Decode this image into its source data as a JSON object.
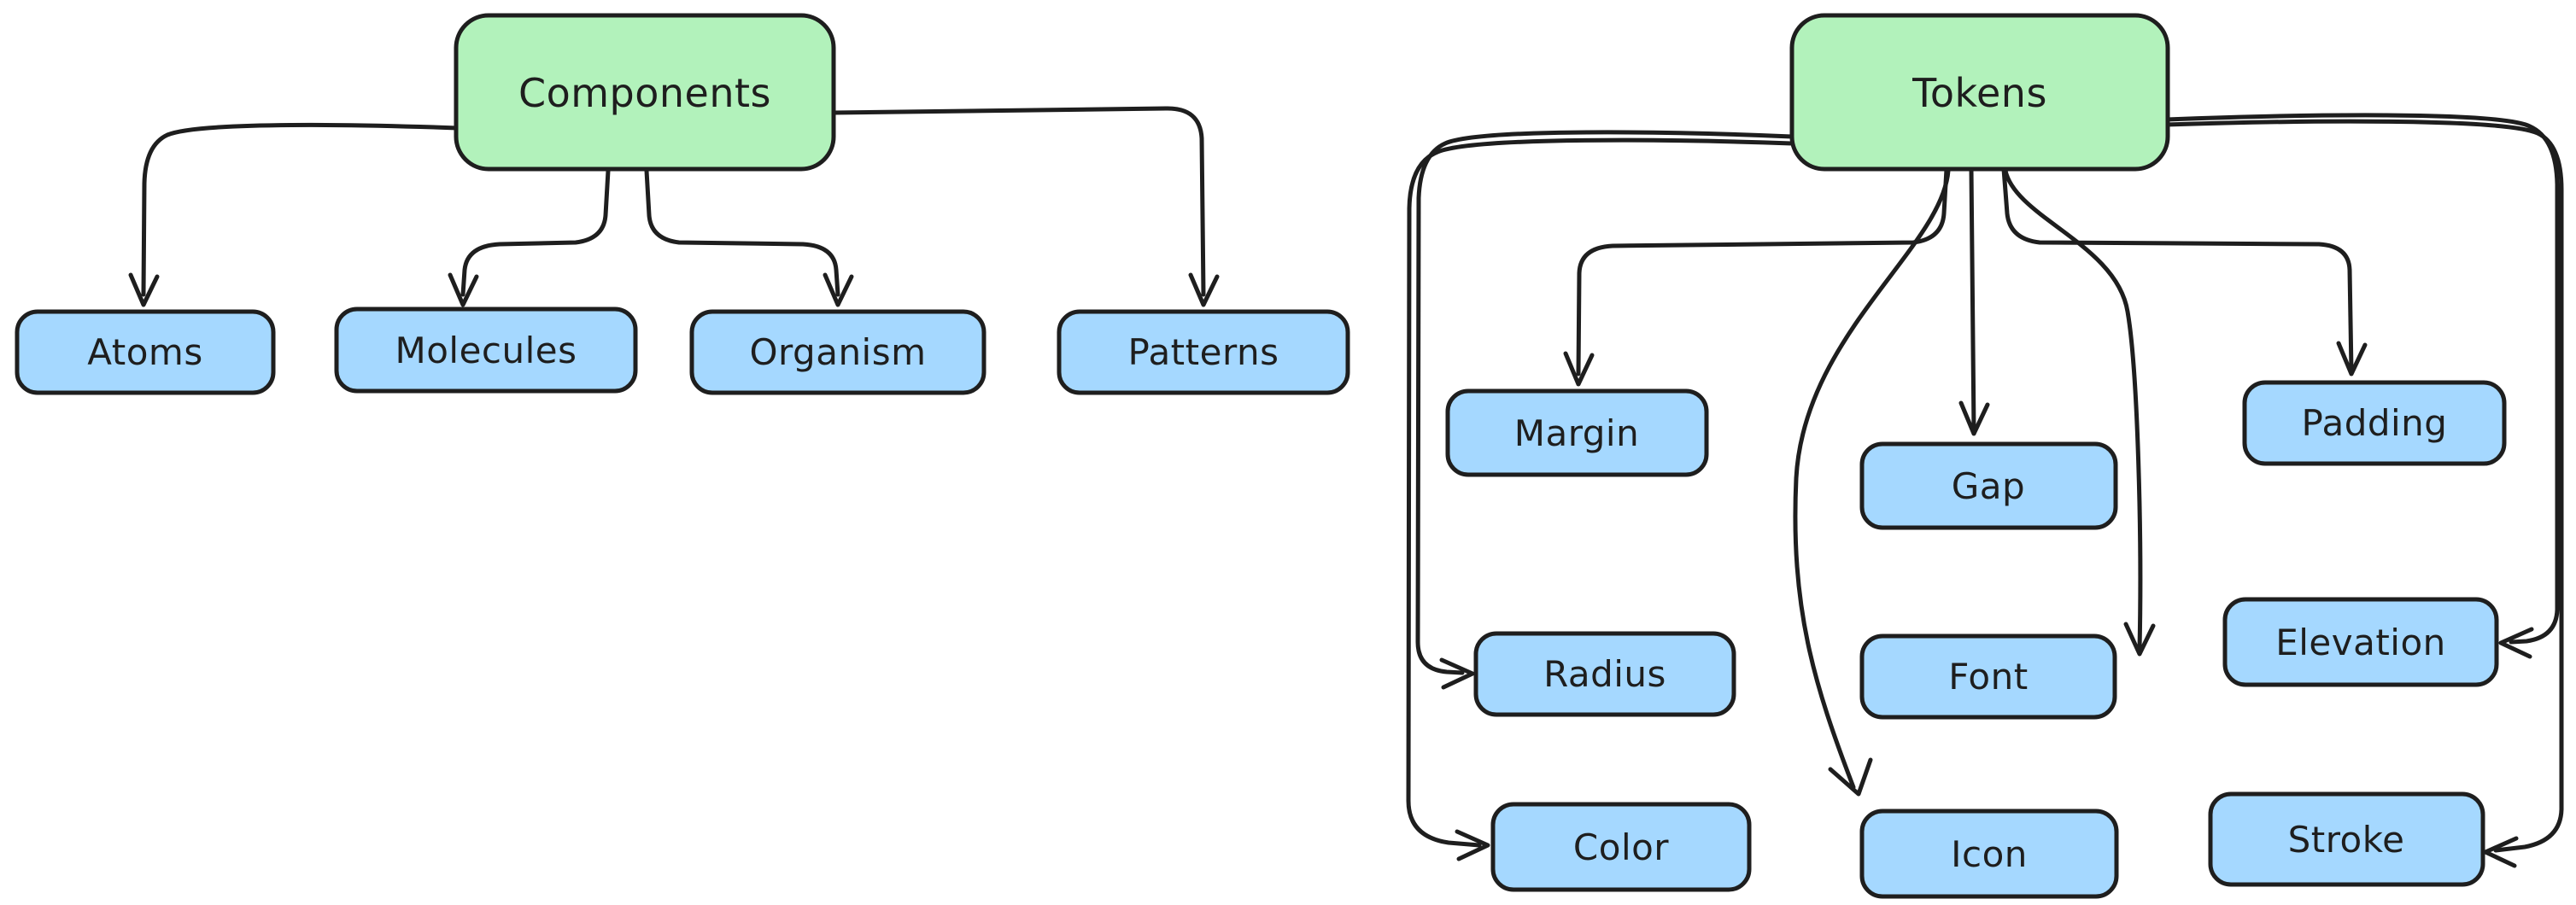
{
  "colors": {
    "canvas_bg": "#ffffff",
    "root_fill": "#b2f2bb",
    "child_fill": "#a5d8ff",
    "ink": "#1e1e1e"
  },
  "trees": {
    "components": {
      "root": {
        "label": "Components"
      },
      "children": [
        {
          "label": "Atoms"
        },
        {
          "label": "Molecules"
        },
        {
          "label": "Organism"
        },
        {
          "label": "Patterns"
        }
      ]
    },
    "tokens": {
      "root": {
        "label": "Tokens"
      },
      "children": [
        {
          "label": "Margin"
        },
        {
          "label": "Gap"
        },
        {
          "label": "Padding"
        },
        {
          "label": "Radius"
        },
        {
          "label": "Font"
        },
        {
          "label": "Elevation"
        },
        {
          "label": "Color"
        },
        {
          "label": "Icon"
        },
        {
          "label": "Stroke"
        }
      ]
    }
  },
  "edges": [
    {
      "from": "Components",
      "to": "Atoms"
    },
    {
      "from": "Components",
      "to": "Molecules"
    },
    {
      "from": "Components",
      "to": "Organism"
    },
    {
      "from": "Components",
      "to": "Patterns"
    },
    {
      "from": "Tokens",
      "to": "Margin"
    },
    {
      "from": "Tokens",
      "to": "Gap"
    },
    {
      "from": "Tokens",
      "to": "Padding"
    },
    {
      "from": "Tokens",
      "to": "Radius"
    },
    {
      "from": "Tokens",
      "to": "Font"
    },
    {
      "from": "Tokens",
      "to": "Elevation"
    },
    {
      "from": "Tokens",
      "to": "Color"
    },
    {
      "from": "Tokens",
      "to": "Icon"
    },
    {
      "from": "Tokens",
      "to": "Stroke"
    }
  ]
}
